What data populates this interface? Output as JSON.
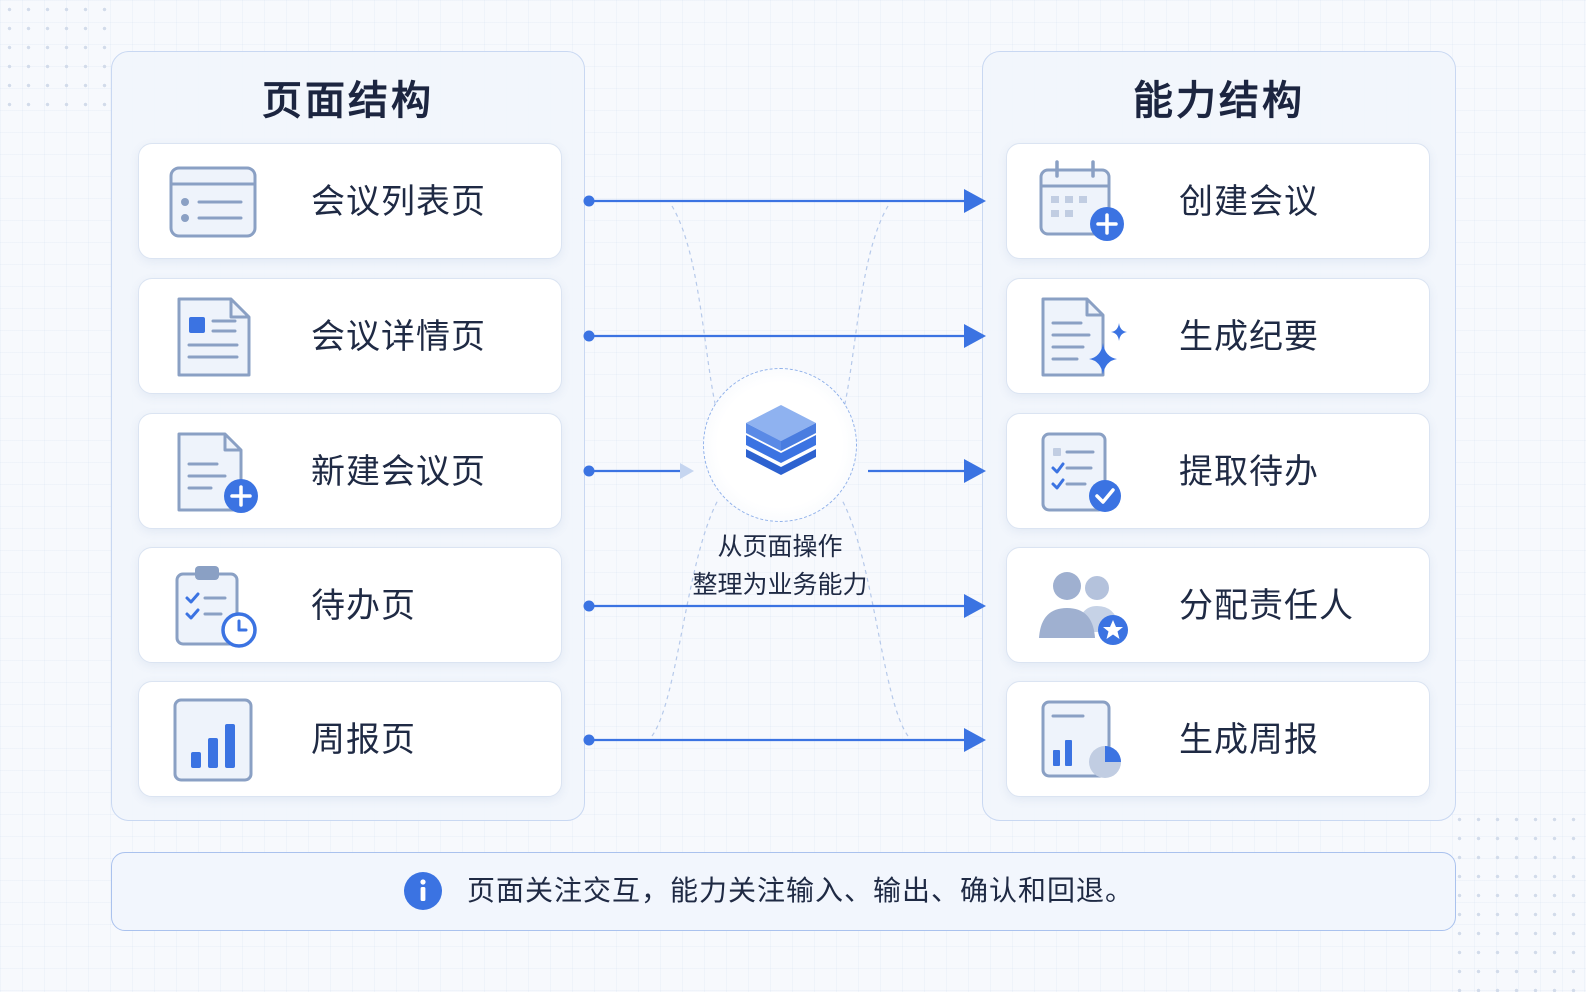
{
  "page_structure": {
    "title": "页面结构",
    "items": [
      {
        "label": "会议列表页",
        "icon": "list-page-icon"
      },
      {
        "label": "会议详情页",
        "icon": "detail-page-icon"
      },
      {
        "label": "新建会议页",
        "icon": "new-document-icon"
      },
      {
        "label": "待办页",
        "icon": "clipboard-clock-icon"
      },
      {
        "label": "周报页",
        "icon": "bar-chart-icon"
      }
    ]
  },
  "capability_structure": {
    "title": "能力结构",
    "items": [
      {
        "label": "创建会议",
        "icon": "calendar-add-icon"
      },
      {
        "label": "生成纪要",
        "icon": "document-sparkle-icon"
      },
      {
        "label": "提取待办",
        "icon": "checklist-check-icon"
      },
      {
        "label": "分配责任人",
        "icon": "users-badge-icon"
      },
      {
        "label": "生成周报",
        "icon": "report-chart-icon"
      }
    ]
  },
  "hub": {
    "icon": "layers-icon",
    "line1": "从页面操作",
    "line2": "整理为业务能力"
  },
  "footer": {
    "icon": "info-icon",
    "note": "页面关注交互，能力关注输入、输出、确认和回退。"
  },
  "colors": {
    "accent": "#3b73e2",
    "icon_outline": "#8aa0c4",
    "panel_border": "#c9d8f2"
  }
}
